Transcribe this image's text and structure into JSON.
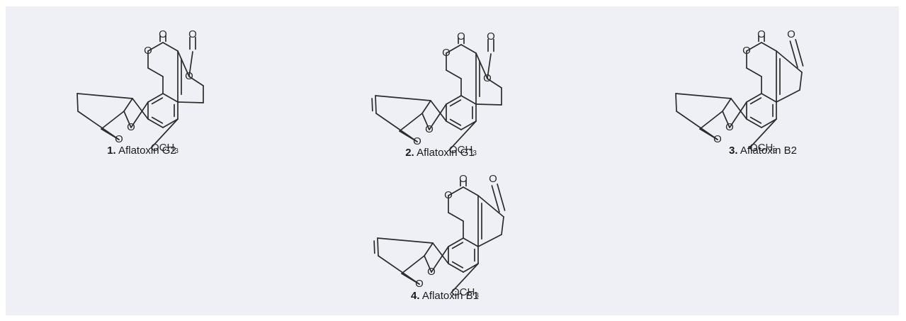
{
  "atoms": {
    "oxygen": "O",
    "methoxy_main": "OCH",
    "methoxy_sub": "3"
  },
  "compounds": [
    {
      "number": "1.",
      "name": "Aflatoxin G2"
    },
    {
      "number": "2.",
      "name": "Aflatoxin G1"
    },
    {
      "number": "3.",
      "name": "Aflatoxin B2"
    },
    {
      "number": "4.",
      "name": "Aflatoxin B1"
    }
  ],
  "colors": {
    "panel_background": "#eef0f5",
    "line": "#2b2b2b",
    "text": "#1a1a1a"
  }
}
